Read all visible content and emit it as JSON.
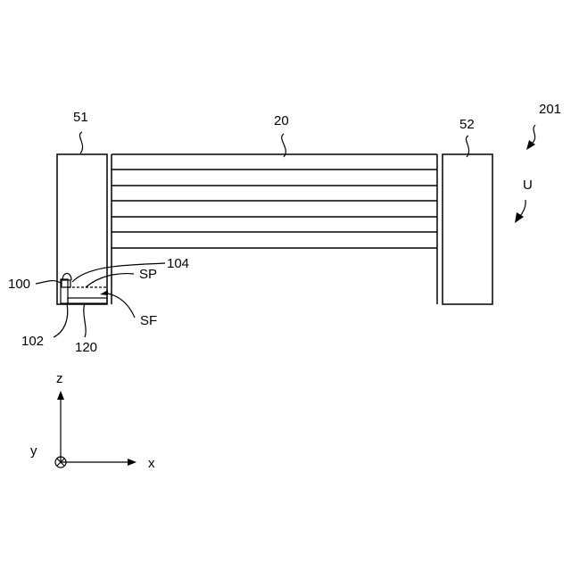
{
  "labels": {
    "figure_ref": "201",
    "unit": "U",
    "left_block": "51",
    "right_block": "52",
    "stack": "20",
    "item_100": "100",
    "item_104": "104",
    "item_sp": "SP",
    "item_sf": "SF",
    "item_102": "102",
    "item_120": "120"
  },
  "axes": {
    "z": "z",
    "x": "x",
    "y": "y"
  }
}
